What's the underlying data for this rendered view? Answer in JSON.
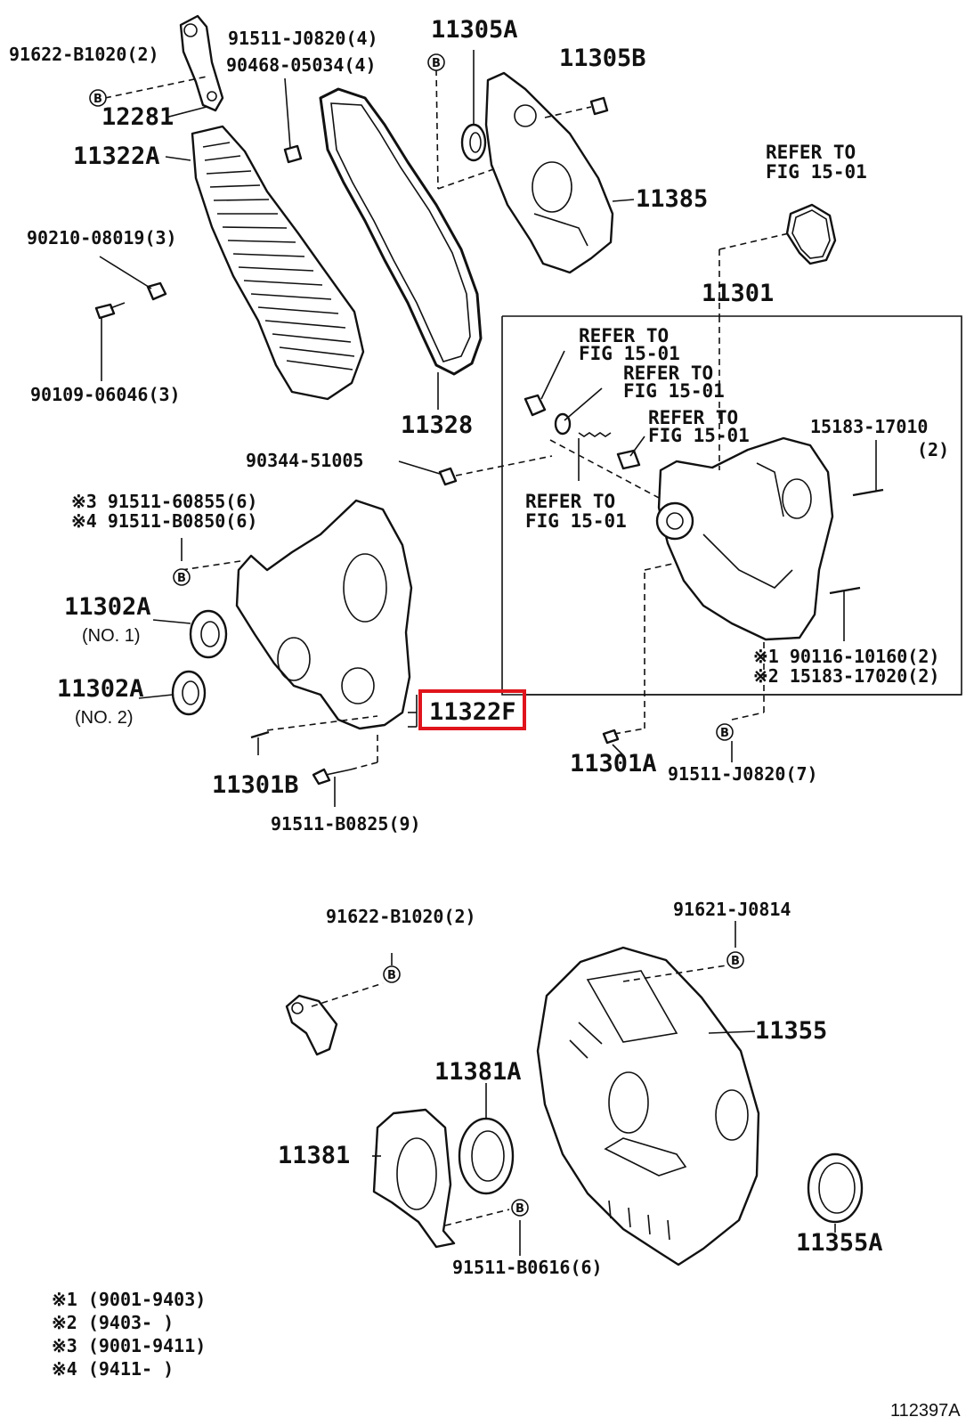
{
  "labels": {
    "p91622_b1020_top": "91622-B1020(2)",
    "p91511_j0820_4": "91511-J0820(4)",
    "p90468_05034": "90468-05034(4)",
    "p11305a": "11305A",
    "p11305b": "11305B",
    "p12281": "12281",
    "p11322a": "11322A",
    "p11385": "11385",
    "refer_1": [
      "REFER TO",
      "FIG 15-01"
    ],
    "p90210_08019": "90210-08019(3)",
    "p11301": "11301",
    "refer_2": [
      "REFER TO",
      "FIG 15-01"
    ],
    "refer_3": [
      "REFER TO",
      "FIG 15-01"
    ],
    "p90109_06046": "90109-06046(3)",
    "refer_4": [
      "REFER TO",
      "FIG 15-01"
    ],
    "p11328": "11328",
    "p15183_17010": [
      "15183-17010",
      "(2)"
    ],
    "p90344_51005": "90344-51005",
    "refer_5": [
      "REFER TO",
      "FIG 15-01"
    ],
    "p91511_60855": "※3 91511-60855(6)",
    "p91511_b0850": "※4 91511-B0850(6)",
    "p11302a_1": "11302A",
    "p11302a_1_sub": "(NO. 1)",
    "p90116_10160": "※1 90116-10160(2)",
    "p15183_17020": "※2 15183-17020(2)",
    "p11302a_2": "11302A",
    "p11302a_2_sub": "(NO. 2)",
    "p11322f": "11322F",
    "p11301a": "11301A",
    "p91511_j0820_7": "91511-J0820(7)",
    "p11301b": "11301B",
    "p91511_b0825": "91511-B0825(9)",
    "p91622_b1020_bot": "91622-B1020(2)",
    "p91621_j0814": "91621-J0814",
    "p11355": "11355",
    "p11381a": "11381A",
    "p11381": "11381",
    "p11355a": "11355A",
    "p91511_b0616": "91511-B0616(6)"
  },
  "bolt_mark": "B",
  "footnotes": [
    "※1 (9001-9403)",
    "※2 (9403-     )",
    "※3 (9001-9411)",
    "※4 (9411-     )"
  ],
  "figure_id": "112397A",
  "highlight_color": "#e0141c"
}
